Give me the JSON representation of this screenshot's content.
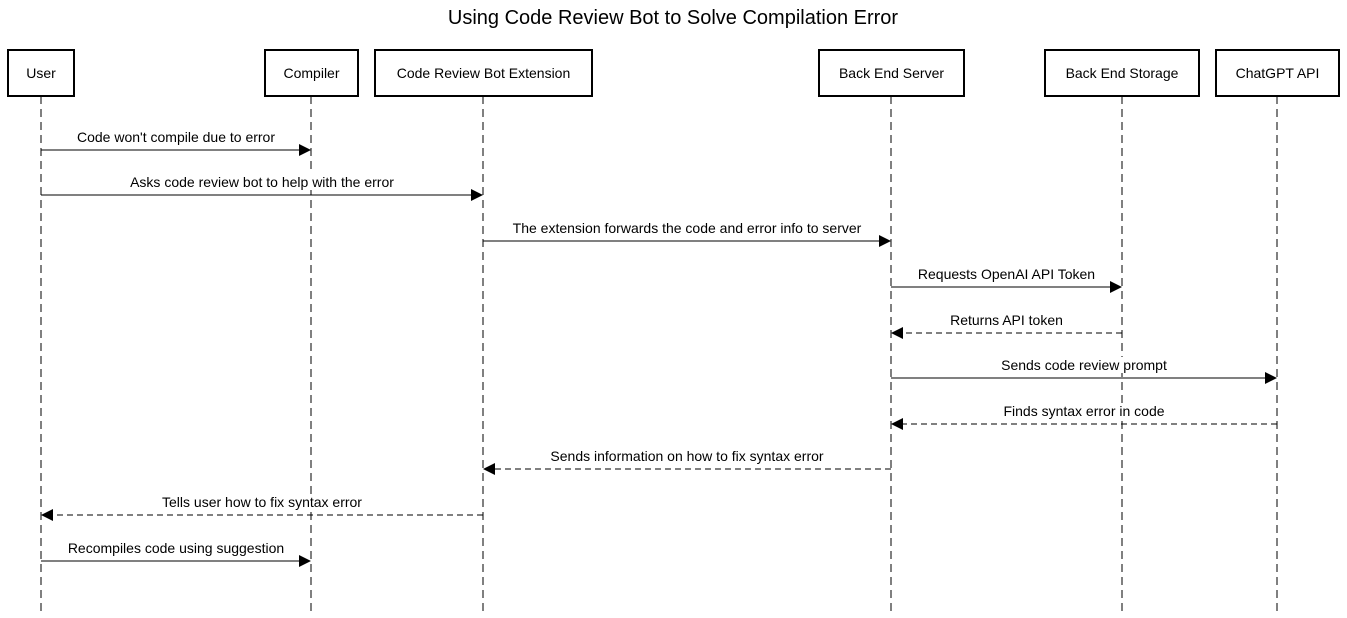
{
  "title": "Using Code Review Bot to Solve Compilation Error",
  "actors": [
    {
      "id": "user",
      "label": "User"
    },
    {
      "id": "compiler",
      "label": "Compiler"
    },
    {
      "id": "extension",
      "label": "Code Review Bot Extension"
    },
    {
      "id": "server",
      "label": "Back End Server"
    },
    {
      "id": "storage",
      "label": "Back End Storage"
    },
    {
      "id": "chatgpt",
      "label": "ChatGPT API"
    }
  ],
  "messages": [
    {
      "from": "user",
      "to": "compiler",
      "label": "Code won't compile due to error",
      "style": "solid"
    },
    {
      "from": "user",
      "to": "extension",
      "label": "Asks code review bot to help with the error",
      "style": "solid"
    },
    {
      "from": "extension",
      "to": "server",
      "label": "The extension forwards the code and error info to server",
      "style": "solid"
    },
    {
      "from": "server",
      "to": "storage",
      "label": "Requests OpenAI API Token",
      "style": "solid"
    },
    {
      "from": "storage",
      "to": "server",
      "label": "Returns API token",
      "style": "dashed"
    },
    {
      "from": "server",
      "to": "chatgpt",
      "label": "Sends code review prompt",
      "style": "solid"
    },
    {
      "from": "chatgpt",
      "to": "server",
      "label": "Finds syntax error in code",
      "style": "dashed"
    },
    {
      "from": "server",
      "to": "extension",
      "label": "Sends information on how to fix syntax error",
      "style": "dashed"
    },
    {
      "from": "extension",
      "to": "user",
      "label": "Tells user how to fix syntax error",
      "style": "dashed"
    },
    {
      "from": "user",
      "to": "compiler",
      "label": "Recompiles code using suggestion",
      "style": "solid"
    }
  ]
}
